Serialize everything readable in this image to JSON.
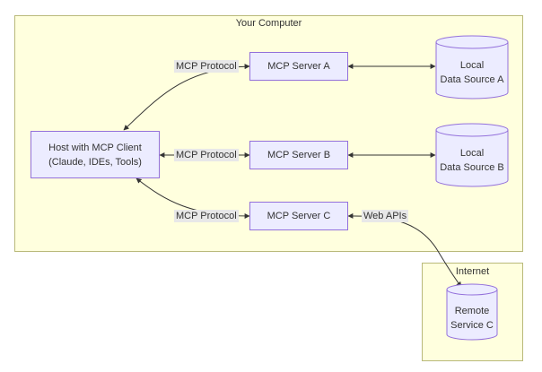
{
  "groups": {
    "computer": {
      "title": "Your Computer"
    },
    "internet": {
      "title": "Internet"
    }
  },
  "nodes": {
    "host": {
      "line1": "Host with MCP Client",
      "line2": "(Claude, IDEs, Tools)"
    },
    "server_a": {
      "label": "MCP Server A"
    },
    "server_b": {
      "label": "MCP Server B"
    },
    "server_c": {
      "label": "MCP Server C"
    },
    "local_a": {
      "line1": "Local",
      "line2": "Data Source A"
    },
    "local_b": {
      "line1": "Local",
      "line2": "Data Source B"
    },
    "remote_c": {
      "line1": "Remote",
      "line2": "Service C"
    }
  },
  "edges": {
    "protocol_a": "MCP Protocol",
    "protocol_b": "MCP Protocol",
    "protocol_c": "MCP Protocol",
    "web_apis": "Web APIs"
  },
  "colors": {
    "group_fill": "#ffffde",
    "group_border": "#b9b97a",
    "node_fill": "#ececff",
    "node_border": "#9370db",
    "edge": "#333333",
    "label_bg": "#e8e8e8"
  }
}
